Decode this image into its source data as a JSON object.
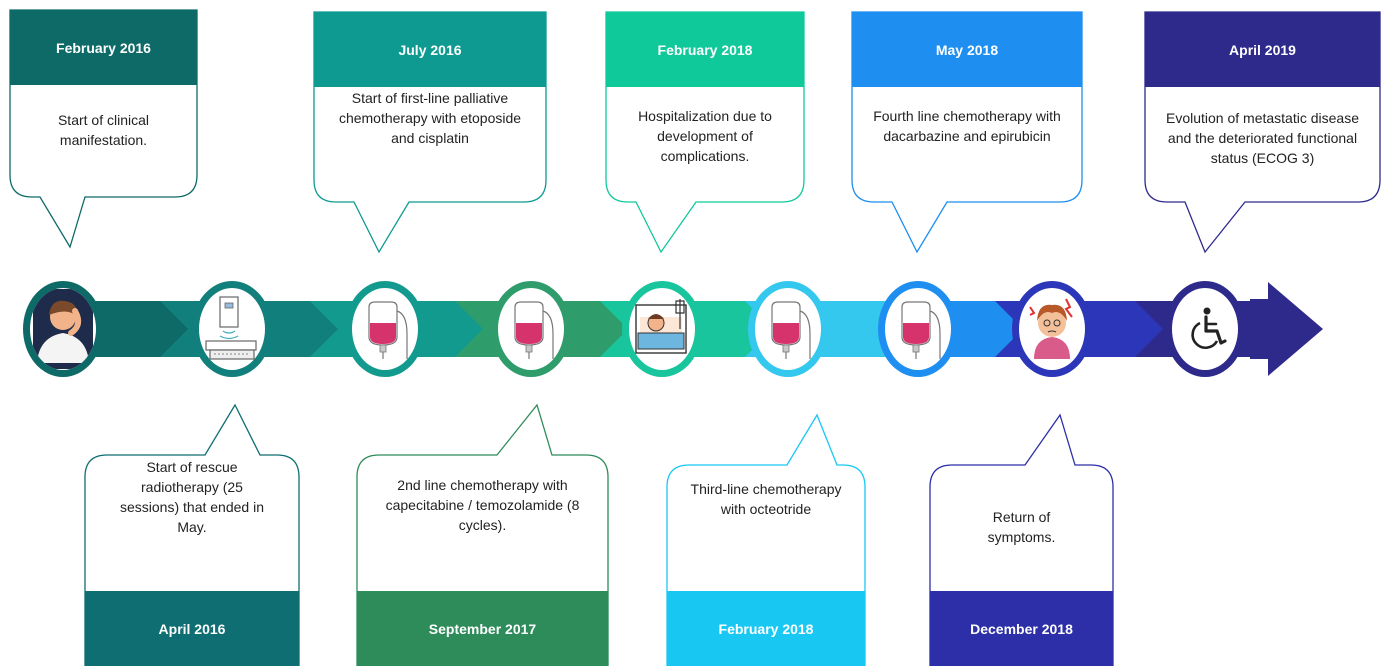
{
  "events_top": [
    {
      "date": "February 2016",
      "text": "Start of clinical manifestation.",
      "color": "#0d6a67",
      "icon": "person-headache-icon"
    },
    {
      "date": "July 2016",
      "text": "Start of first-line palliative chemotherapy with etoposide and cisplatin",
      "color": "#0e9a91",
      "icon": "iv-bag-icon"
    },
    {
      "date": "February 2018",
      "text": "Hospitalization due to development of complications.",
      "color": "#10c99a",
      "icon": "hospital-bed-icon"
    },
    {
      "date": "May 2018",
      "text": "Fourth line chemotherapy with dacarbazine and epirubicin",
      "color": "#1e8ef0",
      "icon": "iv-bag-icon"
    },
    {
      "date": "April 2019",
      "text": "Evolution of metastatic disease and the deteriorated functional status (ECOG 3)",
      "color": "#2e2a8c",
      "icon": "wheelchair-icon"
    }
  ],
  "events_bottom": [
    {
      "date": "April 2016",
      "text": "Start of rescue radiotherapy (25 sessions) that ended in May.",
      "color": "#0e6e72",
      "icon": "radiotherapy-machine-icon"
    },
    {
      "date": "September 2017",
      "text": "2nd line chemotherapy with capecitabine / temozolamide (8 cycles).",
      "color": "#2e8b5a",
      "icon": "iv-bag-icon"
    },
    {
      "date": "February 2018",
      "text": "Third-line chemotherapy with octeotride",
      "color": "#19c8f2",
      "icon": "iv-bag-icon"
    },
    {
      "date": "December 2018",
      "text": "Return of symptoms.",
      "color": "#2c2fa8",
      "icon": "stressed-person-icon"
    }
  ]
}
